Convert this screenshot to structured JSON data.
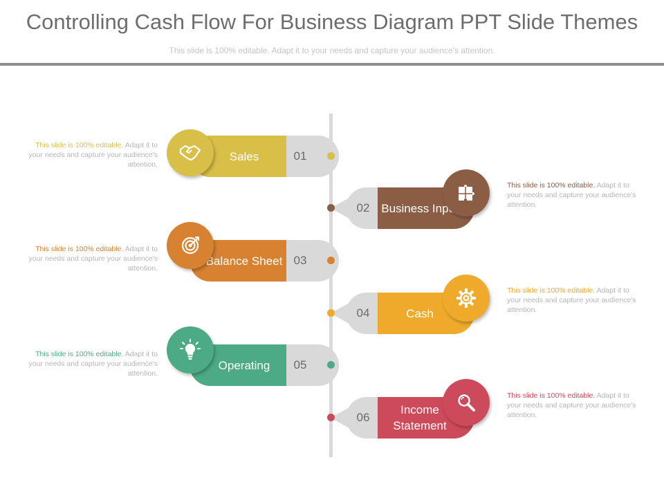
{
  "title": "Controlling Cash Flow For Business Diagram PPT Slide Themes",
  "subtitle": "This slide is 100% editable. Adapt it to your needs and capture your audience's attention.",
  "steps": [
    {
      "number": "01",
      "label": "Sales",
      "icon": "handshake-icon",
      "color": "#d8bf48",
      "note_highlight": "This slide is 100% editable.",
      "note_rest": " Adapt it to your needs and capture your audience's attention."
    },
    {
      "number": "02",
      "label": "Business Input",
      "icon": "puzzle-icon",
      "color": "#8c5d45",
      "note_highlight": "This slide is 100% editable.",
      "note_rest": " Adapt it to your needs and capture your audience's attention."
    },
    {
      "number": "03",
      "label": "Balance Sheet",
      "icon": "target-icon",
      "color": "#d68230",
      "note_highlight": "This slide is 100% editable.",
      "note_rest": " Adapt it to your needs and capture your audience's attention."
    },
    {
      "number": "04",
      "label": "Cash",
      "icon": "gear-icon",
      "color": "#efaa2c",
      "note_highlight": "This slide is 100% editable.",
      "note_rest": " Adapt it to your needs and capture your audience's attention."
    },
    {
      "number": "05",
      "label": "Operating",
      "icon": "lightbulb-icon",
      "color": "#4caa86",
      "note_highlight": "This slide is 100% editable.",
      "note_rest": " Adapt it to your needs and capture your audience's attention."
    },
    {
      "number": "06",
      "label": "Income Statement",
      "icon": "magnifier-icon",
      "color": "#cc4a5a",
      "note_highlight": "This slide is 100% editable.",
      "note_rest": " Adapt it to your needs and capture your audience's attention."
    }
  ]
}
